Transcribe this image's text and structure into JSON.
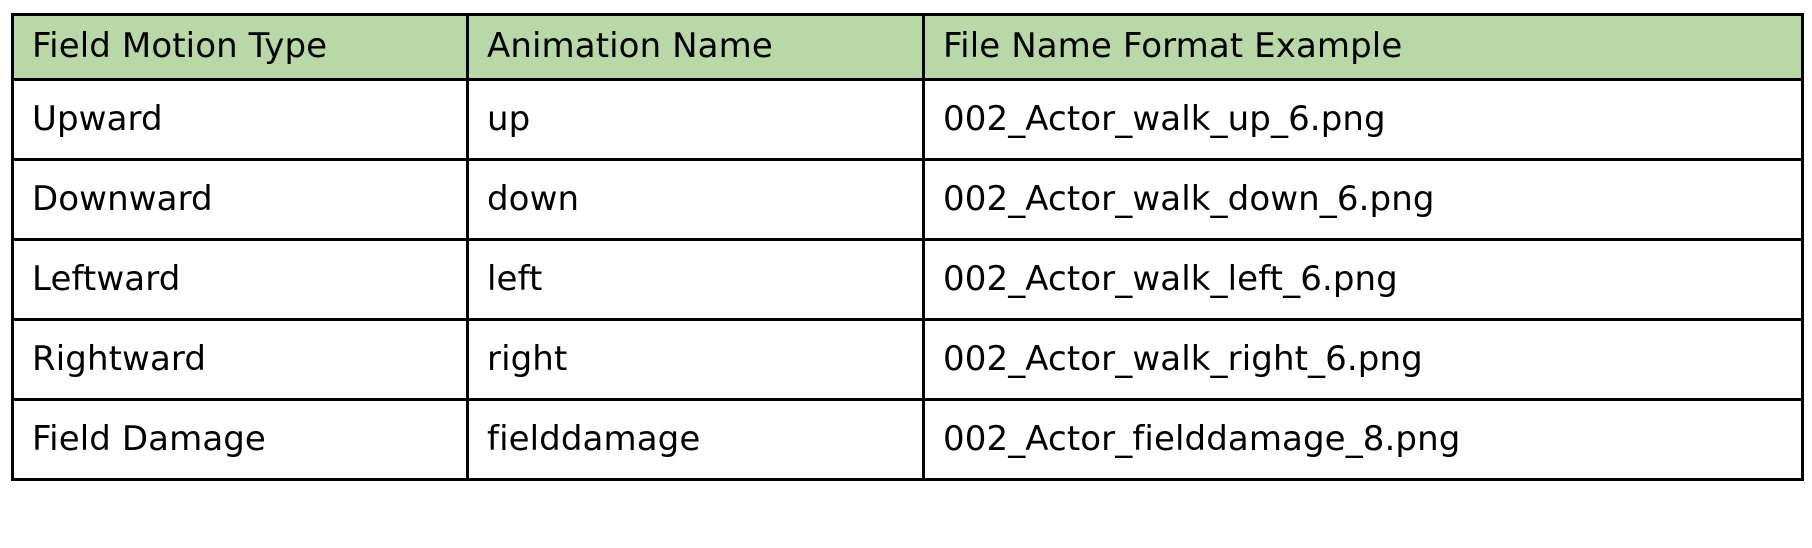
{
  "table": {
    "columns": [
      {
        "key": "field_motion_type",
        "label": "Field Motion Type"
      },
      {
        "key": "animation_name",
        "label": "Animation Name"
      },
      {
        "key": "file_name_format_example",
        "label": "File Name Format Example"
      }
    ],
    "header_background_color": "#b9d8a7",
    "border_color": "#000000",
    "body_background_color": "#ffffff",
    "text_color": "#000000",
    "rows": [
      {
        "field_motion_type": "Upward",
        "animation_name": "up",
        "file_name_format_example": "002_Actor_walk_up_6.png"
      },
      {
        "field_motion_type": "Downward",
        "animation_name": "down",
        "file_name_format_example": "002_Actor_walk_down_6.png"
      },
      {
        "field_motion_type": "Leftward",
        "animation_name": "left",
        "file_name_format_example": "002_Actor_walk_left_6.png"
      },
      {
        "field_motion_type": "Rightward",
        "animation_name": "right",
        "file_name_format_example": "002_Actor_walk_right_6.png"
      },
      {
        "field_motion_type": "Field Damage",
        "animation_name": "fielddamage",
        "file_name_format_example": "002_Actor_fielddamage_8.png"
      }
    ]
  }
}
